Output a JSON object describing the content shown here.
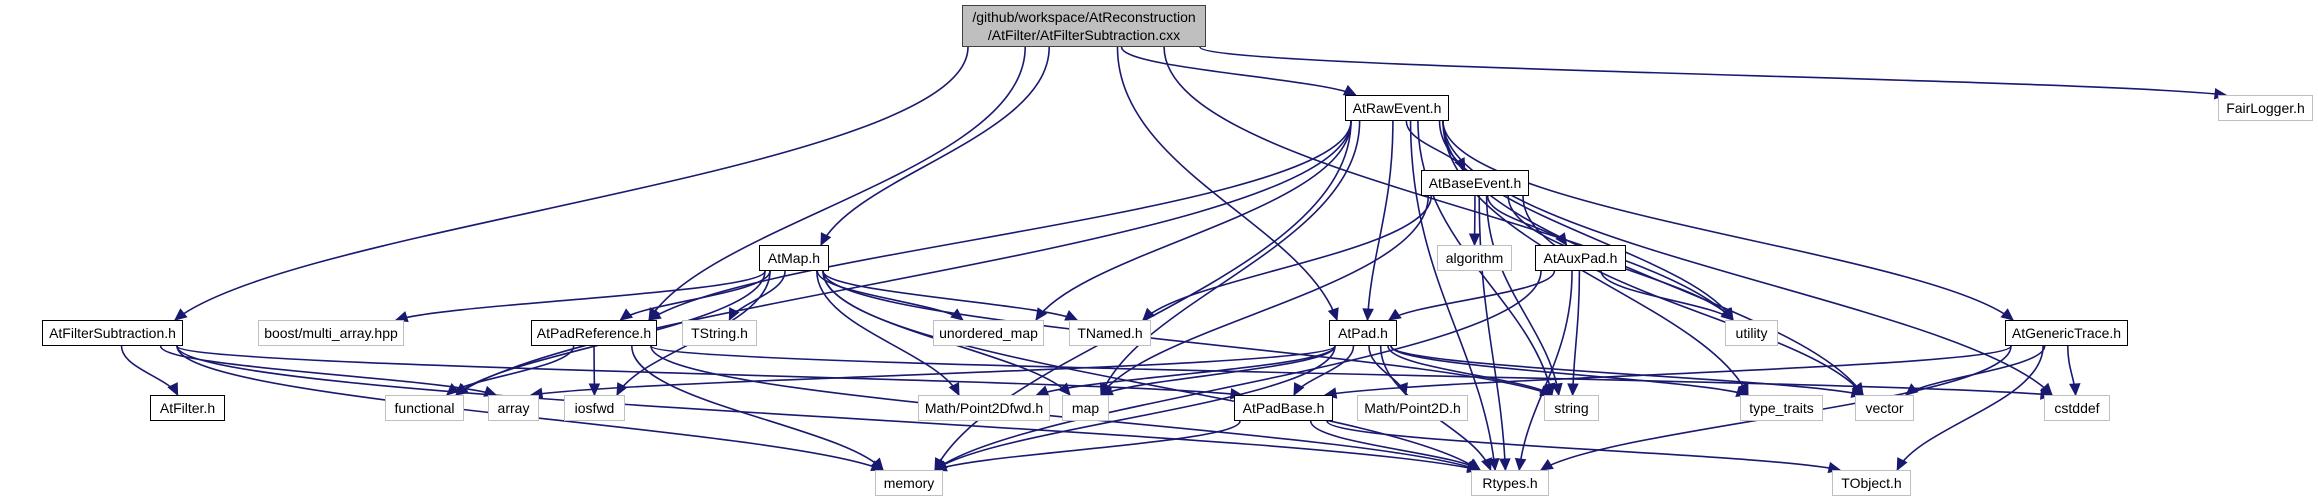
{
  "graph": {
    "root": {
      "id": "root",
      "line1": "/github/workspace/AtReconstruction",
      "line2": "/AtFilter/AtFilterSubtraction.cxx"
    },
    "nodes": [
      {
        "id": "AtRawEvent",
        "label": "AtRawEvent.h",
        "kind": "project"
      },
      {
        "id": "FairLogger",
        "label": "FairLogger.h",
        "kind": "system"
      },
      {
        "id": "AtBaseEvent",
        "label": "AtBaseEvent.h",
        "kind": "project"
      },
      {
        "id": "algorithm",
        "label": "algorithm",
        "kind": "system"
      },
      {
        "id": "AtAuxPad",
        "label": "AtAuxPad.h",
        "kind": "project"
      },
      {
        "id": "AtMap",
        "label": "AtMap.h",
        "kind": "project"
      },
      {
        "id": "AtFilterSubtraction",
        "label": "AtFilterSubtraction.h",
        "kind": "project"
      },
      {
        "id": "boost",
        "label": "boost/multi_array.hpp",
        "kind": "system"
      },
      {
        "id": "AtPadReference",
        "label": "AtPadReference.h",
        "kind": "project"
      },
      {
        "id": "TString",
        "label": "TString.h",
        "kind": "system"
      },
      {
        "id": "unordered_map",
        "label": "unordered_map",
        "kind": "system"
      },
      {
        "id": "TNamed",
        "label": "TNamed.h",
        "kind": "system"
      },
      {
        "id": "AtPad",
        "label": "AtPad.h",
        "kind": "project"
      },
      {
        "id": "utility",
        "label": "utility",
        "kind": "system"
      },
      {
        "id": "AtGenericTrace",
        "label": "AtGenericTrace.h",
        "kind": "project"
      },
      {
        "id": "AtFilter",
        "label": "AtFilter.h",
        "kind": "project"
      },
      {
        "id": "functional",
        "label": "functional",
        "kind": "system"
      },
      {
        "id": "array",
        "label": "array",
        "kind": "system"
      },
      {
        "id": "iosfwd",
        "label": "iosfwd",
        "kind": "system"
      },
      {
        "id": "Point2Dfwd",
        "label": "Math/Point2Dfwd.h",
        "kind": "system"
      },
      {
        "id": "map",
        "label": "map",
        "kind": "system"
      },
      {
        "id": "AtPadBase",
        "label": "AtPadBase.h",
        "kind": "project"
      },
      {
        "id": "Point2D",
        "label": "Math/Point2D.h",
        "kind": "system"
      },
      {
        "id": "string",
        "label": "string",
        "kind": "system"
      },
      {
        "id": "type_traits",
        "label": "type_traits",
        "kind": "system"
      },
      {
        "id": "vector",
        "label": "vector",
        "kind": "system"
      },
      {
        "id": "cstddef",
        "label": "cstddef",
        "kind": "system"
      },
      {
        "id": "memory",
        "label": "memory",
        "kind": "system"
      },
      {
        "id": "Rtypes",
        "label": "Rtypes.h",
        "kind": "system"
      },
      {
        "id": "TObject",
        "label": "TObject.h",
        "kind": "system"
      }
    ],
    "edges": [
      [
        "root",
        "AtRawEvent"
      ],
      [
        "root",
        "FairLogger"
      ],
      [
        "root",
        "AtMap"
      ],
      [
        "root",
        "AtPad"
      ],
      [
        "root",
        "AtPadReference"
      ],
      [
        "root",
        "AtFilterSubtraction"
      ],
      [
        "root",
        "utility"
      ],
      [
        "AtRawEvent",
        "AtBaseEvent"
      ],
      [
        "AtRawEvent",
        "AtGenericTrace"
      ],
      [
        "AtRawEvent",
        "AtPadReference"
      ],
      [
        "AtRawEvent",
        "AtPad"
      ],
      [
        "AtRawEvent",
        "memory"
      ],
      [
        "AtRawEvent",
        "functional"
      ],
      [
        "AtRawEvent",
        "unordered_map"
      ],
      [
        "AtRawEvent",
        "map"
      ],
      [
        "AtRawEvent",
        "string"
      ],
      [
        "AtRawEvent",
        "utility"
      ],
      [
        "AtRawEvent",
        "type_traits"
      ],
      [
        "AtRawEvent",
        "vector"
      ],
      [
        "AtRawEvent",
        "cstddef"
      ],
      [
        "AtRawEvent",
        "Rtypes"
      ],
      [
        "AtBaseEvent",
        "algorithm"
      ],
      [
        "AtBaseEvent",
        "AtAuxPad"
      ],
      [
        "AtBaseEvent",
        "TNamed"
      ],
      [
        "AtBaseEvent",
        "map"
      ],
      [
        "AtBaseEvent",
        "string"
      ],
      [
        "AtBaseEvent",
        "utility"
      ],
      [
        "AtBaseEvent",
        "vector"
      ],
      [
        "AtBaseEvent",
        "Rtypes"
      ],
      [
        "AtAuxPad",
        "AtPad"
      ],
      [
        "AtAuxPad",
        "string"
      ],
      [
        "AtAuxPad",
        "Rtypes"
      ],
      [
        "AtAuxPad",
        "memory"
      ],
      [
        "AtAuxPad",
        "utility"
      ],
      [
        "AtMap",
        "AtPadReference"
      ],
      [
        "AtMap",
        "boost"
      ],
      [
        "AtMap",
        "TString"
      ],
      [
        "AtMap",
        "unordered_map"
      ],
      [
        "AtMap",
        "TNamed"
      ],
      [
        "AtMap",
        "Point2Dfwd"
      ],
      [
        "AtMap",
        "map"
      ],
      [
        "AtMap",
        "functional"
      ],
      [
        "AtMap",
        "iosfwd"
      ],
      [
        "AtMap",
        "string"
      ],
      [
        "AtMap",
        "Rtypes"
      ],
      [
        "AtPadReference",
        "functional"
      ],
      [
        "AtPadReference",
        "iosfwd"
      ],
      [
        "AtPadReference",
        "memory"
      ],
      [
        "AtPadReference",
        "Rtypes"
      ],
      [
        "AtPadReference",
        "cstddef"
      ],
      [
        "AtFilterSubtraction",
        "AtFilter"
      ],
      [
        "AtFilterSubtraction",
        "array"
      ],
      [
        "AtFilterSubtraction",
        "memory"
      ],
      [
        "AtFilterSubtraction",
        "Rtypes"
      ],
      [
        "AtFilterSubtraction",
        "AtPadBase"
      ],
      [
        "AtPad",
        "AtPadBase"
      ],
      [
        "AtPad",
        "Point2D"
      ],
      [
        "AtPad",
        "string"
      ],
      [
        "AtPad",
        "map"
      ],
      [
        "AtPad",
        "Point2Dfwd"
      ],
      [
        "AtPad",
        "array"
      ],
      [
        "AtPad",
        "memory"
      ],
      [
        "AtPad",
        "Rtypes"
      ],
      [
        "AtPad",
        "type_traits"
      ],
      [
        "AtPad",
        "vector"
      ],
      [
        "AtPadBase",
        "memory"
      ],
      [
        "AtPadBase",
        "Rtypes"
      ],
      [
        "AtPadBase",
        "TObject"
      ],
      [
        "AtGenericTrace",
        "vector"
      ],
      [
        "AtGenericTrace",
        "cstddef"
      ],
      [
        "AtGenericTrace",
        "Rtypes"
      ],
      [
        "AtGenericTrace",
        "TObject"
      ],
      [
        "AtGenericTrace",
        "AtPadBase"
      ]
    ]
  }
}
